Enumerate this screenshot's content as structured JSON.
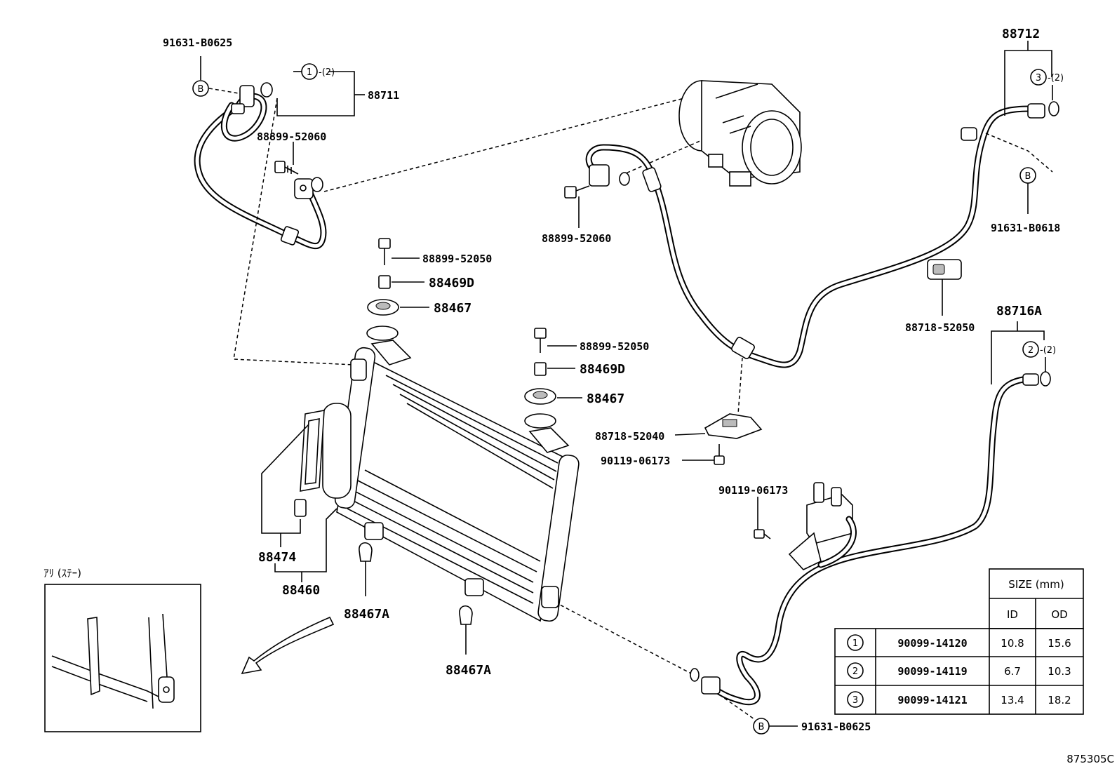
{
  "labels": {
    "p91631_b0625_top": "91631-B0625",
    "p88711": "88711",
    "p88899_52060_left": "88899-52060",
    "p88899_52060_mid": "88899-52060",
    "p88899_52050_a": "88899-52050",
    "p88469d_a": "88469D",
    "p88467_a": "88467",
    "p88899_52050_b": "88899-52050",
    "p88469d_b": "88469D",
    "p88467_b": "88467",
    "p88712": "88712",
    "p91631_b0618": "91631-B0618",
    "p88718_52050": "88718-52050",
    "p88716a": "88716A",
    "p88718_52040": "88718-52040",
    "p90119_06173_a": "90119-06173",
    "p90119_06173_b": "90119-06173",
    "p88474": "88474",
    "p88460": "88460",
    "p88467a_a": "88467A",
    "p88467a_b": "88467A",
    "p91631_b0625_bottom": "91631-B0625",
    "ref_1_2": "-(2)",
    "ref_3_2": "-(2)",
    "ref_2_2": "-(2)",
    "inset_caption": "ｱﾘ (ｽﾃｰ)",
    "drawing_code": "875305C"
  },
  "markers": {
    "b": "B",
    "one": "1",
    "two": "2",
    "three": "3"
  },
  "size_table": {
    "title": "SIZE (mm)",
    "col_id": "ID",
    "col_od": "OD",
    "rows": [
      {
        "mark": "1",
        "part": "90099-14120",
        "id": "10.8",
        "od": "15.6"
      },
      {
        "mark": "2",
        "part": "90099-14119",
        "id": "6.7",
        "od": "10.3"
      },
      {
        "mark": "3",
        "part": "90099-14121",
        "id": "13.4",
        "od": "18.2"
      }
    ]
  }
}
